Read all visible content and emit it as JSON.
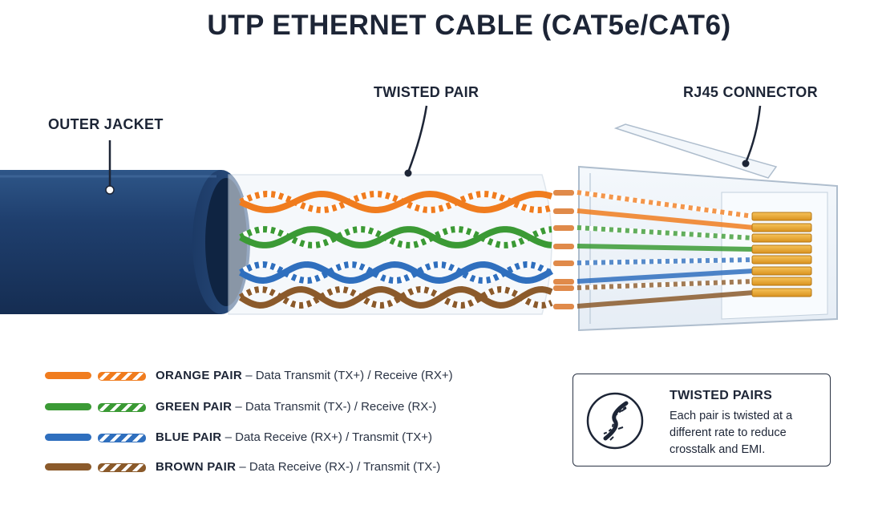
{
  "title": "UTP ETHERNET CABLE (CAT5e/CAT6)",
  "callouts": {
    "outer_jacket": "OUTER JACKET",
    "twisted_pair": "TWISTED PAIR",
    "rj45": "RJ45 CONNECTOR"
  },
  "colors": {
    "jacket": "#1f3f6e",
    "orange": "#f07c1e",
    "green": "#3b9a35",
    "blue": "#2f6fbe",
    "brown": "#8b5a2b",
    "contacts": "#e9a93a",
    "copper": "#e08a4a"
  },
  "legend": [
    {
      "name": "ORANGE PAIR",
      "desc": " – Data Transmit (TX+) / Receive (RX+)",
      "color": "#f07c1e"
    },
    {
      "name": "GREEN PAIR",
      "desc": " – Data Transmit (TX-) / Receive (RX-)",
      "color": "#3b9a35"
    },
    {
      "name": "BLUE PAIR",
      "desc": " – Data Receive (RX+) / Transmit (TX+)",
      "color": "#2f6fbe"
    },
    {
      "name": "BROWN PAIR",
      "desc": " – Data Receive (RX-) / Transmit (TX-)",
      "color": "#8b5a2b"
    }
  ],
  "info": {
    "icon": "twisted-pair-icon",
    "title": "TWISTED PAIRS",
    "body": "Each pair is twisted at a different rate to reduce crosstalk and EMI."
  }
}
